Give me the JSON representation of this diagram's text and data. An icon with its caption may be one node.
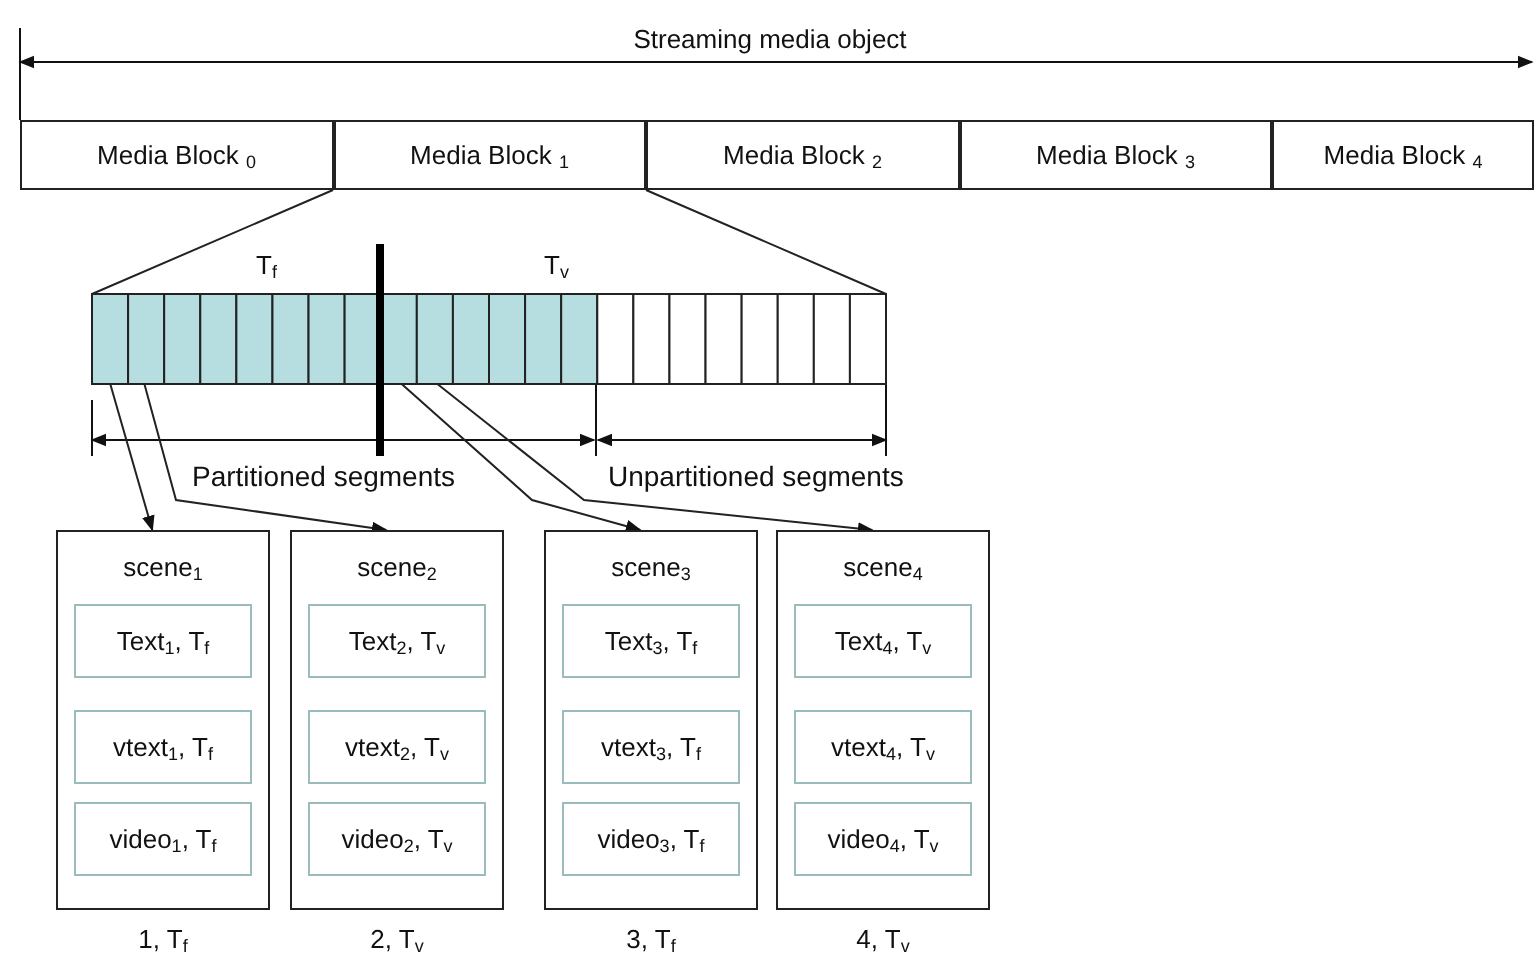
{
  "diagram": {
    "nodes": [
      {
        "text": [
          "Media Block $_{0}$"
        ]
      },
      {
        "text": [
          "Media Block $_{1}$"
        ]
      },
      {
        "text": [
          "Media Block $_{2}$"
        ]
      },
      {
        "text": [
          "Media Block $_{3}$"
        ]
      },
      {
        "text": [
          "Media Block $_{4}$"
        ]
      },
      {
        "text": [],
        "shape": "bar"
      },
      {
        "text": [
          "scene$_{1}$"
        ],
        "beside": [
          "1, T$_{f}$"
        ]
      },
      {
        "text": [
          "Text$_{1}$, T$_{f}$"
        ],
        "in": 6
      },
      {
        "text": [
          "vtext$_{1}$, T$_{f}$"
        ],
        "in": 6
      },
      {
        "text": [
          "video$_{1}$, T$_{f}$"
        ],
        "in": 6
      },
      {
        "text": [
          "scene$_{2}$"
        ],
        "beside": [
          "2, T$_{v}$"
        ]
      },
      {
        "text": [
          "Text$_{2}$, T$_{v}$"
        ],
        "in": 10
      },
      {
        "text": [
          "vtext$_{2}$, T$_{v}$"
        ],
        "in": 10
      },
      {
        "text": [
          "video$_{2}$, T$_{v}$"
        ],
        "in": 10
      },
      {
        "text": [
          "scene$_{3}$"
        ],
        "beside": [
          "3, T$_{f}$"
        ]
      },
      {
        "text": [
          "Text$_{3}$, T$_{f}$"
        ],
        "in": 14
      },
      {
        "text": [
          "vtext$_{3}$, T$_{f}$"
        ],
        "in": 14
      },
      {
        "text": [
          "video$_{3}$, T$_{f}$"
        ],
        "in": 14
      },
      {
        "text": [
          "scene$_{4}$"
        ],
        "beside": [
          "4, T$_{v}$"
        ]
      },
      {
        "text": [
          "Text$_{4}$, T$_{v}$"
        ],
        "in": 18
      },
      {
        "text": [
          "vtext$_{4}$, T$_{v}$"
        ],
        "in": 18
      },
      {
        "text": [
          "video$_{4}$, T$_{v}$"
        ],
        "in": 18
      }
    ],
    "edges": [
      {
        "from": 1,
        "to": 5,
        "arrow": "none"
      },
      {
        "from": 1,
        "to": 5,
        "arrow": "none"
      },
      {
        "from": 5,
        "to": 6,
        "arrow": "to"
      },
      {
        "from": 5,
        "to": 10,
        "arrow": "to"
      },
      {
        "from": 5,
        "to": 14,
        "arrow": "to"
      },
      {
        "from": 5,
        "to": 18,
        "arrow": "to"
      }
    ],
    "labels": [
      "Streaming media object",
      "T$_{f}$",
      "T$_{v}$",
      "Partitioned segments",
      "Unpartitioned segments"
    ]
  }
}
